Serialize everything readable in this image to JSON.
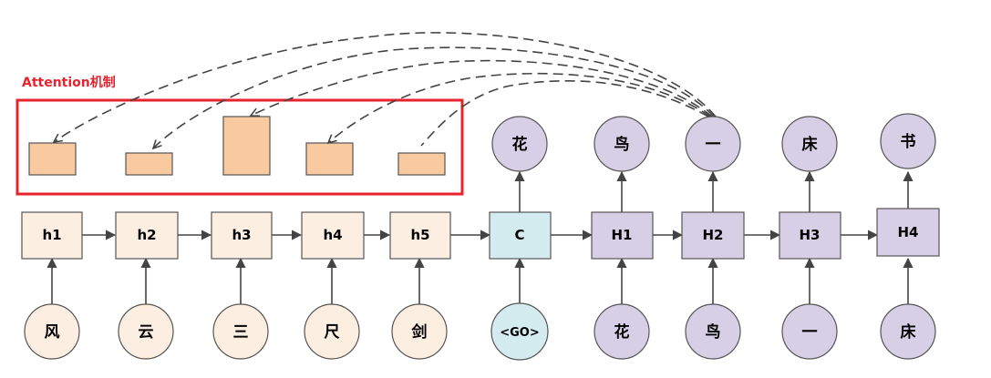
{
  "attention_label": "Attention机制",
  "colors": {
    "highlight": "#e8232d",
    "encoder_fill": "#fdeee2",
    "context_fill": "#d4ebf0",
    "decoder_fill": "#d7cfe6",
    "attention_fill": "#f9c9a0",
    "stroke": "#555555"
  },
  "encoder": {
    "inputs": [
      "风",
      "云",
      "三",
      "尺",
      "剑"
    ],
    "hidden": [
      "h1",
      "h2",
      "h3",
      "h4",
      "h5"
    ]
  },
  "context": {
    "label": "C",
    "input": "<GO>"
  },
  "decoder": {
    "inputs": [
      "花",
      "鸟",
      "一",
      "床"
    ],
    "hidden": [
      "H1",
      "H2",
      "H3",
      "H4"
    ],
    "outputs": [
      "花",
      "鸟",
      "一",
      "床",
      "书"
    ]
  },
  "attention_weights": [
    0.31,
    0.21,
    0.57,
    0.31,
    0.21
  ]
}
